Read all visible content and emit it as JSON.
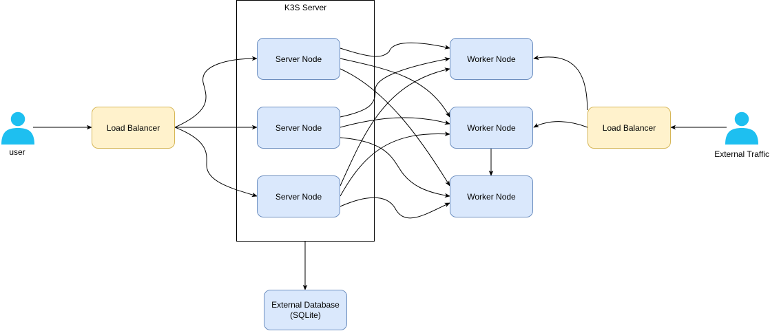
{
  "diagram": {
    "container": {
      "label": "K3S Server"
    },
    "actors": {
      "user": {
        "label": "user",
        "color": "#1ebff0"
      },
      "external": {
        "label": "External Traffic",
        "color": "#1ebff0"
      }
    },
    "nodes": {
      "lb_left": {
        "label": "Load Balancer"
      },
      "lb_right": {
        "label": "Load Balancer"
      },
      "server_1": {
        "label": "Server Node"
      },
      "server_2": {
        "label": "Server Node"
      },
      "server_3": {
        "label": "Server Node"
      },
      "worker_1": {
        "label": "Worker Node"
      },
      "worker_2": {
        "label": "Worker Node"
      },
      "worker_3": {
        "label": "Worker Node"
      },
      "database": {
        "lines": [
          "External Database",
          "(SQLite)"
        ]
      }
    },
    "colors": {
      "node_fill": "#dae8fc",
      "node_stroke": "#6c8ebf",
      "lb_fill": "#fff2cc",
      "lb_stroke": "#d6b656",
      "edge": "#000000"
    }
  }
}
